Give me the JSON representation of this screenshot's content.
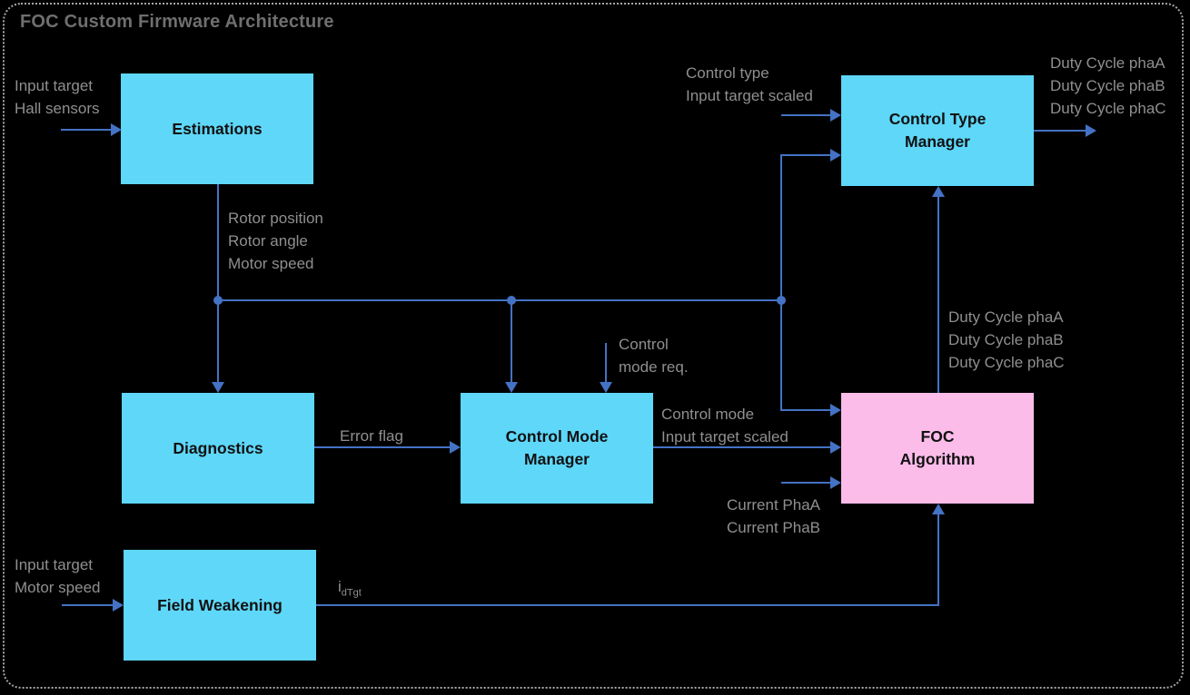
{
  "title": "FOC Custom Firmware Architecture",
  "colors": {
    "background": "#000000",
    "box_cyan": "#5ED7F9",
    "box_pink": "#FBBCEA",
    "arrow_blue": "#4472C4",
    "label_gray": "#8F8F8F",
    "title_gray": "#6F6F6F",
    "box_text": "#111111",
    "border_dotted": "#A8A8A8"
  },
  "blocks": {
    "estimations": {
      "label": "Estimations"
    },
    "control_type_manager": {
      "line1": "Control Type",
      "line2": "Manager"
    },
    "diagnostics": {
      "label": "Diagnostics"
    },
    "control_mode_manager": {
      "line1": "Control Mode",
      "line2": "Manager"
    },
    "foc_algorithm": {
      "line1": "FOC",
      "line2": "Algorithm"
    },
    "field_weakening": {
      "label": "Field Weakening"
    }
  },
  "annotations": {
    "estimations_inputs": {
      "line1": "Input target",
      "line2": "Hall sensors"
    },
    "estimations_outputs": {
      "line1": "Rotor position",
      "line2": "Rotor angle",
      "line3": "Motor speed"
    },
    "control_type_inputs": {
      "line1": "Control type",
      "line2": "Input target scaled"
    },
    "duty_cycle_outputs": {
      "line1": "Duty Cycle phaA",
      "line2": "Duty Cycle phaB",
      "line3": "Duty Cycle phaC"
    },
    "control_mode_request": {
      "line1": "Control",
      "line2": "mode req."
    },
    "duty_cycle_internal": {
      "line1": "Duty Cycle phaA",
      "line2": "Duty Cycle phaB",
      "line3": "Duty Cycle phaC"
    },
    "error_flag": {
      "line1": "Error flag"
    },
    "control_mode_outputs": {
      "line1": "Control mode",
      "line2": "Input target scaled"
    },
    "current_inputs": {
      "line1": "Current PhaA",
      "line2": "Current PhaB"
    },
    "field_weakening_inputs": {
      "line1": "Input target",
      "line2": "Motor speed"
    },
    "id_target": {
      "base": "i",
      "subscript": "dTgt"
    }
  }
}
